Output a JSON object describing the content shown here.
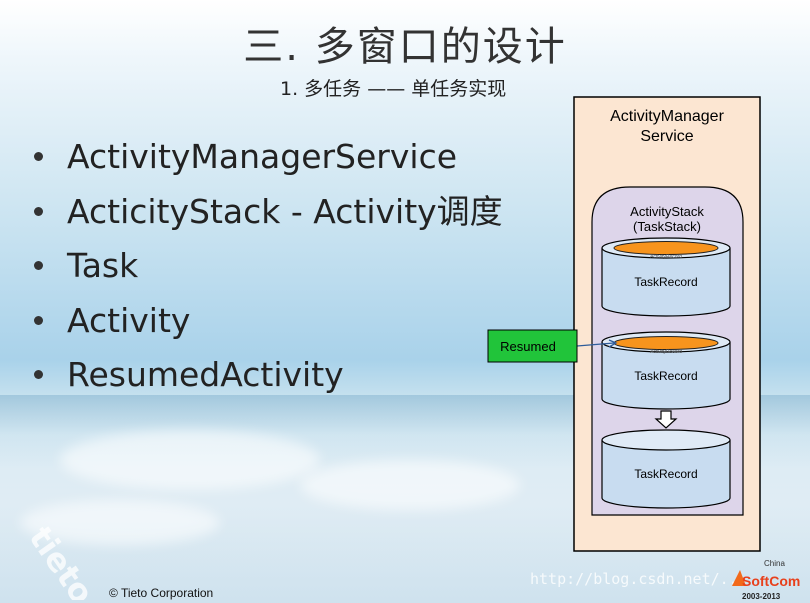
{
  "slide": {
    "title": "三. 多窗口的设计",
    "subtitle": "1. 多任务 —— 单任务实现",
    "bullets": [
      "ActivityManagerService",
      "ActicityStack - Activity调度",
      "Task",
      "Activity",
      "ResumedActivity"
    ]
  },
  "diagram": {
    "service_label_line1": "ActivityManager",
    "service_label_line2": "Service",
    "stack_label_line1": "ActivityStack",
    "stack_label_line2": "(TaskStack)",
    "task_records": [
      "TaskRecord",
      "TaskRecord",
      "TaskRecord"
    ],
    "activity_record_caption": "ActivityRecord",
    "resumed_label": "Resumed",
    "colors": {
      "service_fill": "#fce6d2",
      "stack_fill": "#ddd5ea",
      "cylinder_fill": "#c8dcf0",
      "activity_fill": "#f7941d",
      "resumed_fill": "#21c43a"
    }
  },
  "footer": {
    "copyright": "© Tieto Corporation",
    "watermark": "http://blog.csdn.net/...",
    "logo_top": "China",
    "logo_main": "SoftCom",
    "logo_years": "2003-2013"
  }
}
